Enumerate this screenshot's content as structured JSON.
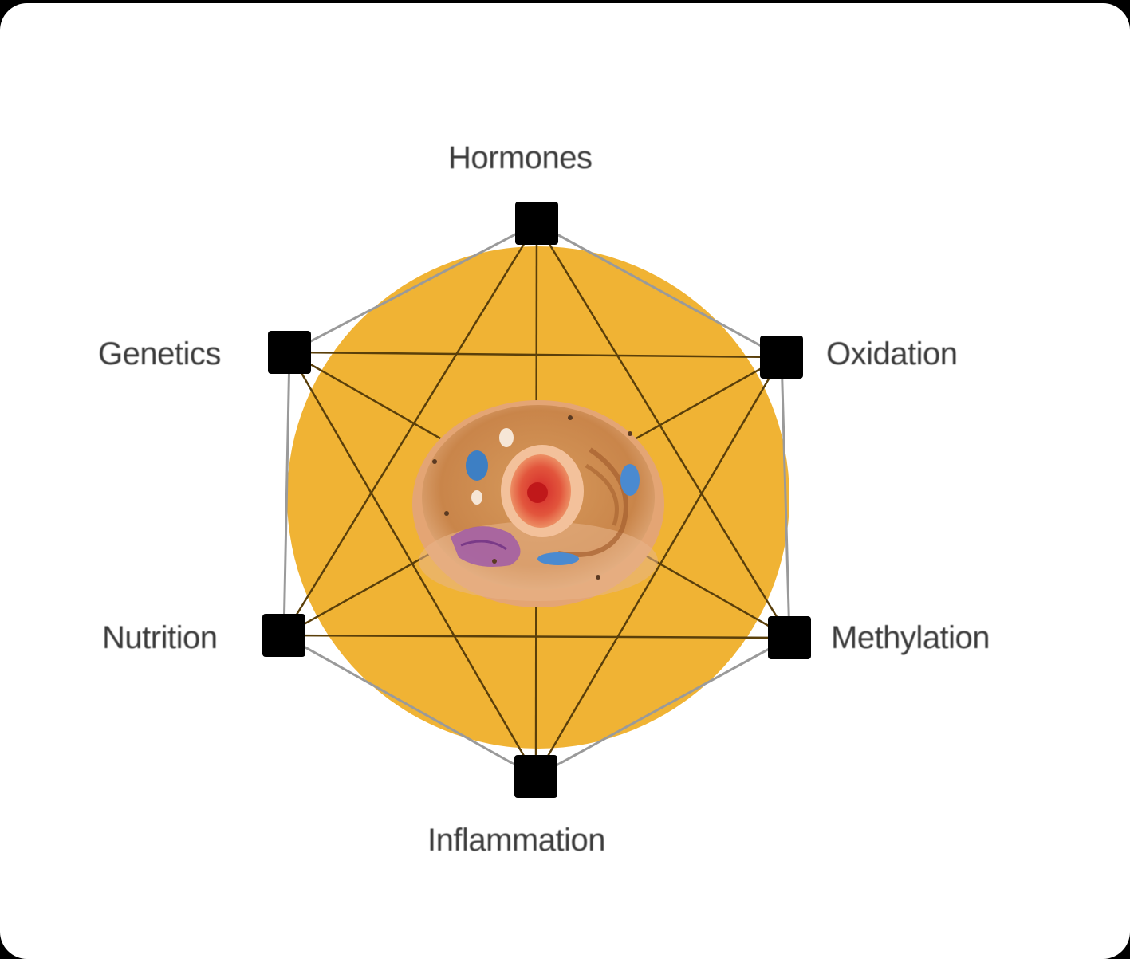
{
  "nodes": [
    {
      "id": "hormones",
      "label": "Hormones"
    },
    {
      "id": "oxidation",
      "label": "Oxidation"
    },
    {
      "id": "methylation",
      "label": "Methylation"
    },
    {
      "id": "inflammation",
      "label": "Inflammation"
    },
    {
      "id": "nutrition",
      "label": "Nutrition"
    },
    {
      "id": "genetics",
      "label": "Genetics"
    }
  ],
  "connections": "every node connected to every other node",
  "center_image": "animal-cell-illustration",
  "colors": {
    "background": "#ffffff",
    "circle_fill": "#f0b334",
    "node_fill": "#000000",
    "inner_lines": "#5a3f0a",
    "outer_lines": "#9a9a9a",
    "label_text": "#3a3a3a"
  }
}
